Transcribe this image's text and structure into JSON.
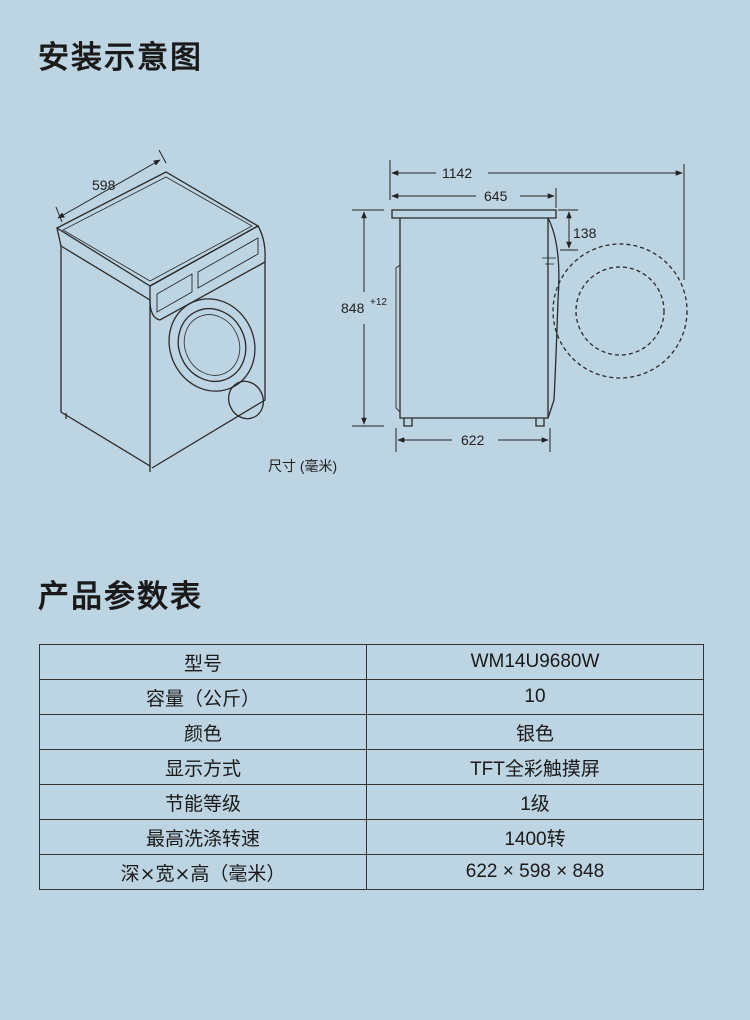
{
  "sections": {
    "install_title": "安装示意图",
    "params_title": "产品参数表"
  },
  "diagram": {
    "front": {
      "width_label": "598",
      "caption": "尺寸 (毫米)"
    },
    "side": {
      "total_depth_label": "1142",
      "body_depth_label": "645",
      "door_offset_label": "138",
      "height_label": "848",
      "height_sup": "+12",
      "feet_depth_label": "622"
    }
  },
  "spec_table": {
    "rows": [
      {
        "key": "型号",
        "value": "WM14U9680W"
      },
      {
        "key": "容量（公斤）",
        "value": "10"
      },
      {
        "key": "颜色",
        "value": "银色"
      },
      {
        "key": "显示方式",
        "value": "TFT全彩触摸屏"
      },
      {
        "key": "节能等级",
        "value": "1级"
      },
      {
        "key": "最高洗涤转速",
        "value": "1400转"
      },
      {
        "key": "深×宽×高（毫米）",
        "value": "622 × 598 × 848"
      }
    ]
  },
  "colors": {
    "background": "#bdd4e2",
    "line": "#2a2a2a"
  }
}
